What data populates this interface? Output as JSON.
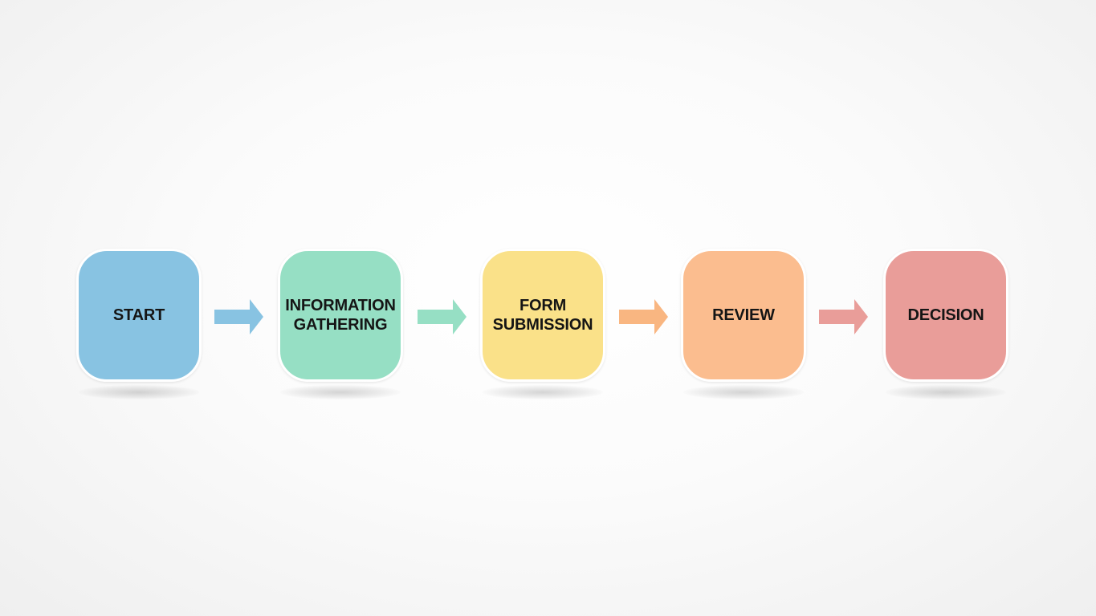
{
  "flowchart": {
    "steps": [
      {
        "label": "START",
        "color": "#88c3e2"
      },
      {
        "label": "INFORMATION\nGATHERING",
        "color": "#96dfc4"
      },
      {
        "label": "FORM\nSUBMISSION",
        "color": "#fae189"
      },
      {
        "label": "REVIEW",
        "color": "#fbbd8f"
      },
      {
        "label": "DECISION",
        "color": "#e99d99"
      }
    ],
    "arrows": [
      {
        "color": "#88c3e2"
      },
      {
        "color": "#96dfc4"
      },
      {
        "color": "#f9b681"
      },
      {
        "color": "#e99d99"
      }
    ]
  }
}
